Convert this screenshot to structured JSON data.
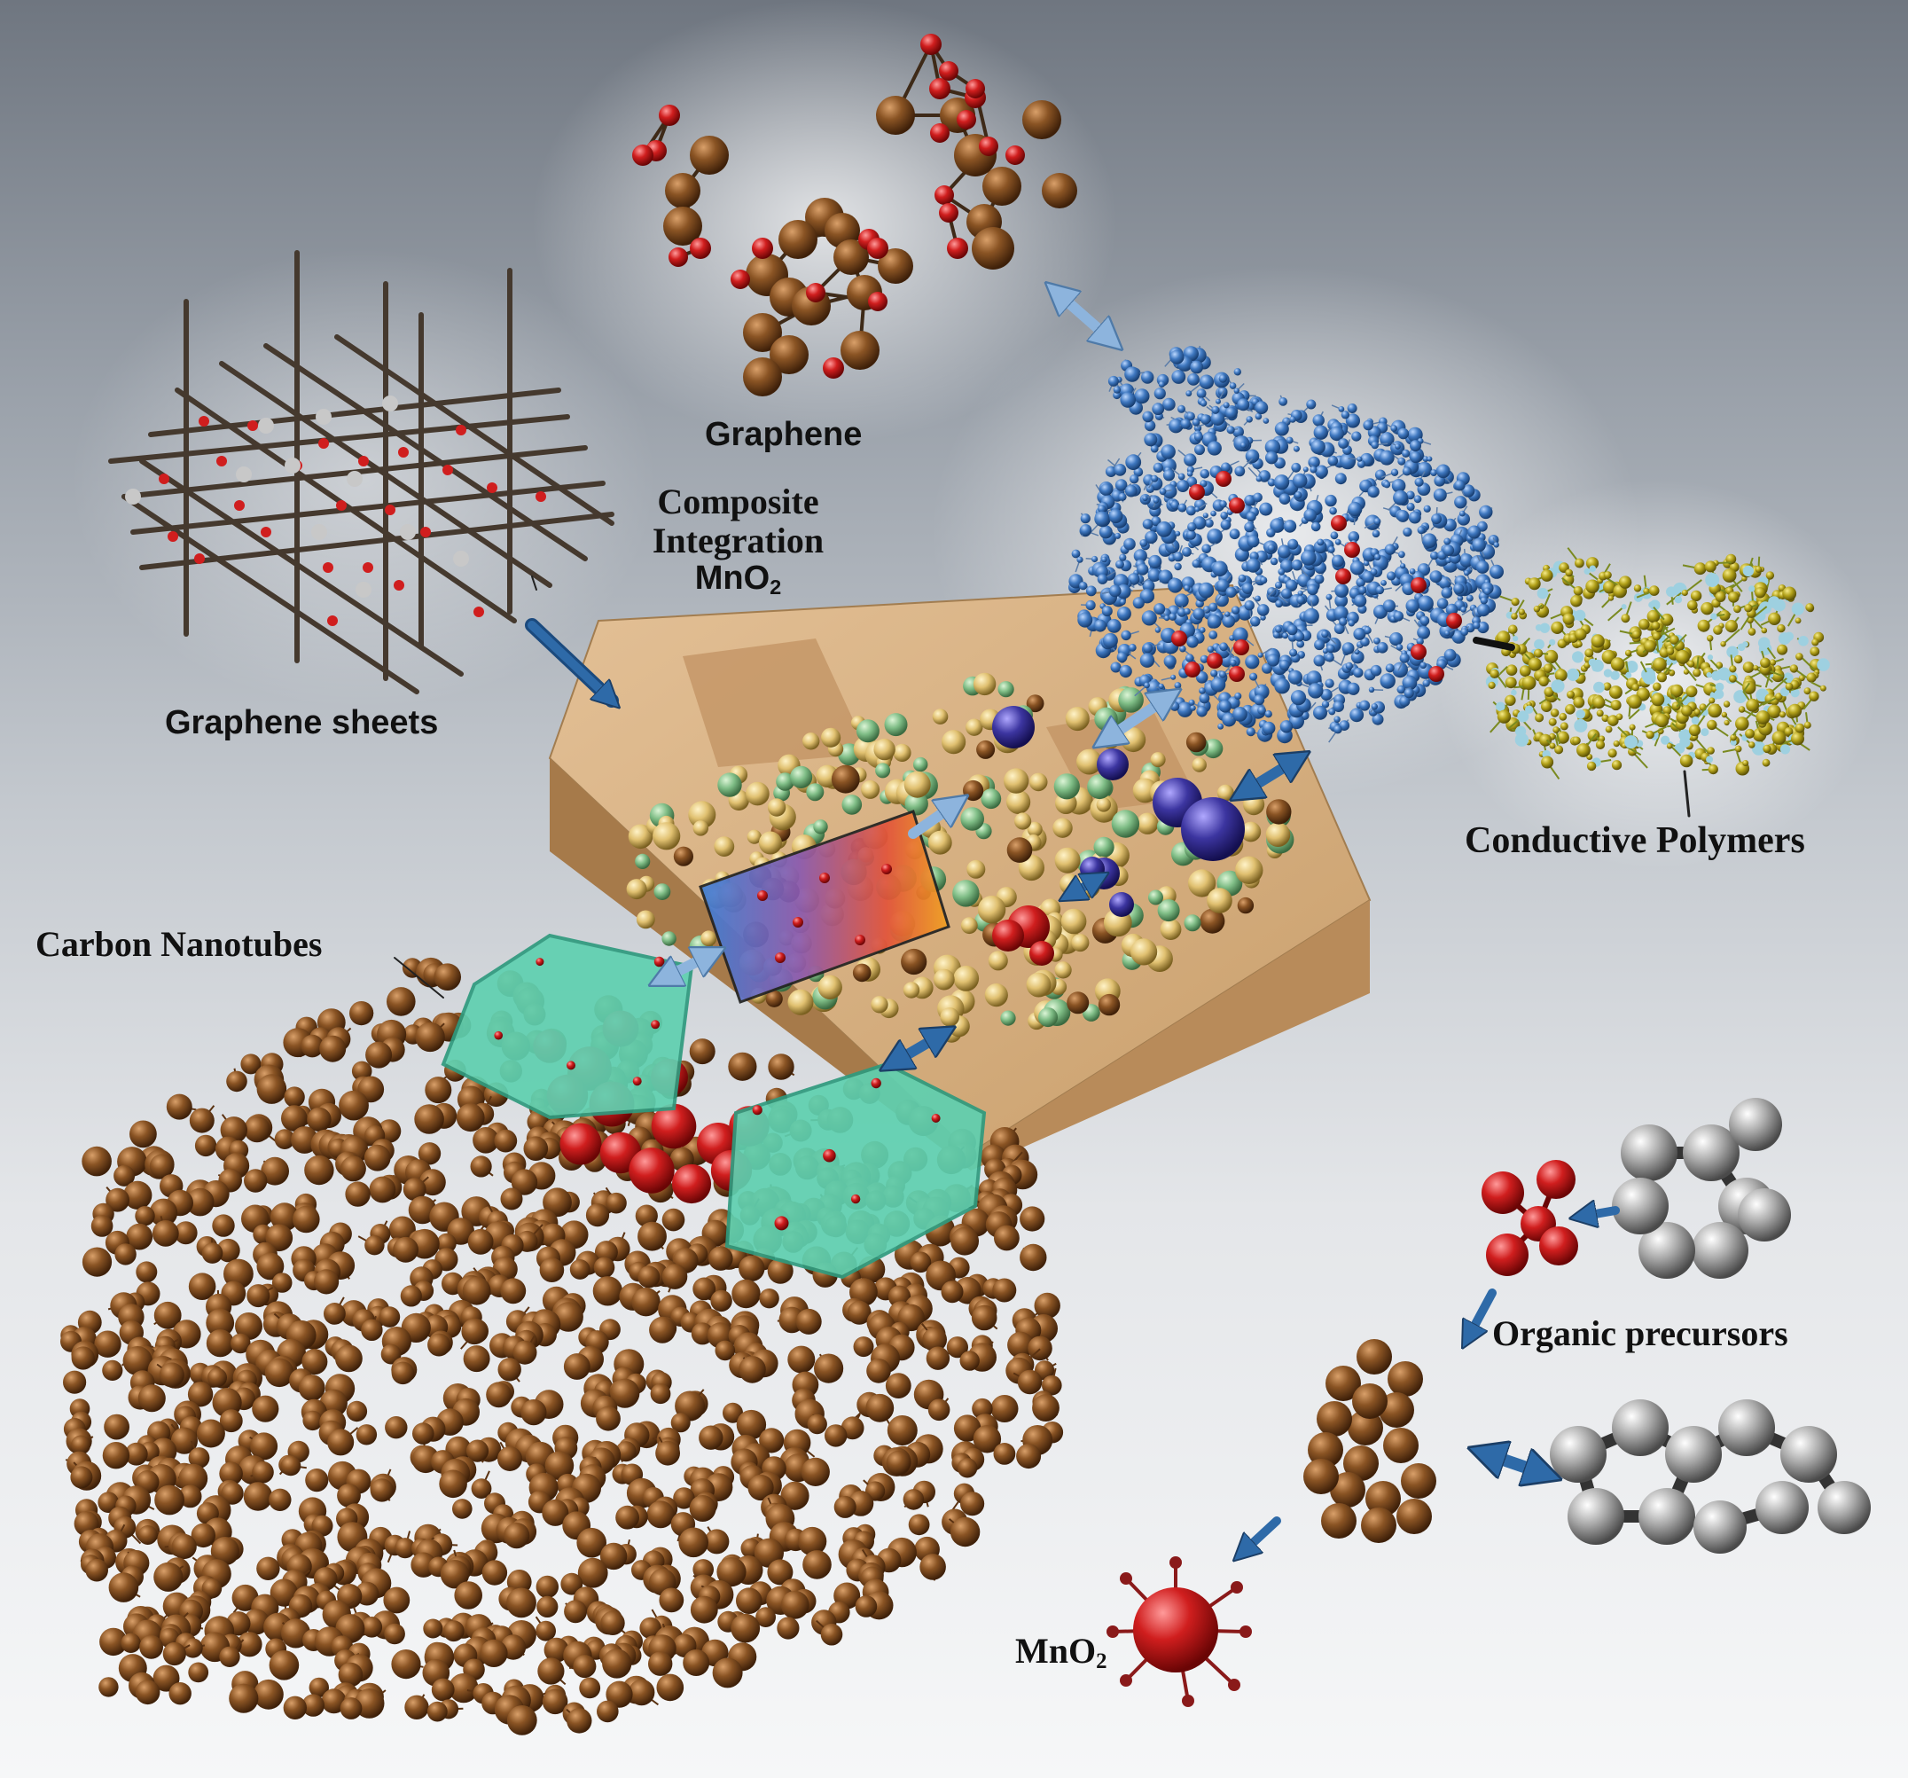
{
  "diagram": {
    "labels": {
      "graphene": "Graphene",
      "composite_line1": "Composite",
      "composite_line2": "Integration",
      "composite_line3_main": "MnO",
      "composite_line3_sub": "2",
      "graphene_sheets": "Graphene sheets",
      "carbon_nanotubes": "Carbon Nanotubes",
      "conductive_polymers": "Conductive Polymers",
      "organic_precursors": "Organic precursors",
      "mno2_main": "MnO",
      "mno2_sub": "2"
    },
    "colors": {
      "background_top": "#6f7680",
      "background_bottom": "#f6f7f8",
      "carbon_brown": "#8a5424",
      "oxygen_red": "#d01e1e",
      "polymer_blue": "#3f78c0",
      "polymer_yellow": "#b3a21a",
      "nanotube_teal": "#5fd0b0",
      "substrate_tan": "#cfa878",
      "precursor_gray": "#a8a8a8",
      "arrow_blue": "#2e6aa8",
      "arrow_light_blue": "#8db4dd",
      "text": "#111111"
    }
  }
}
